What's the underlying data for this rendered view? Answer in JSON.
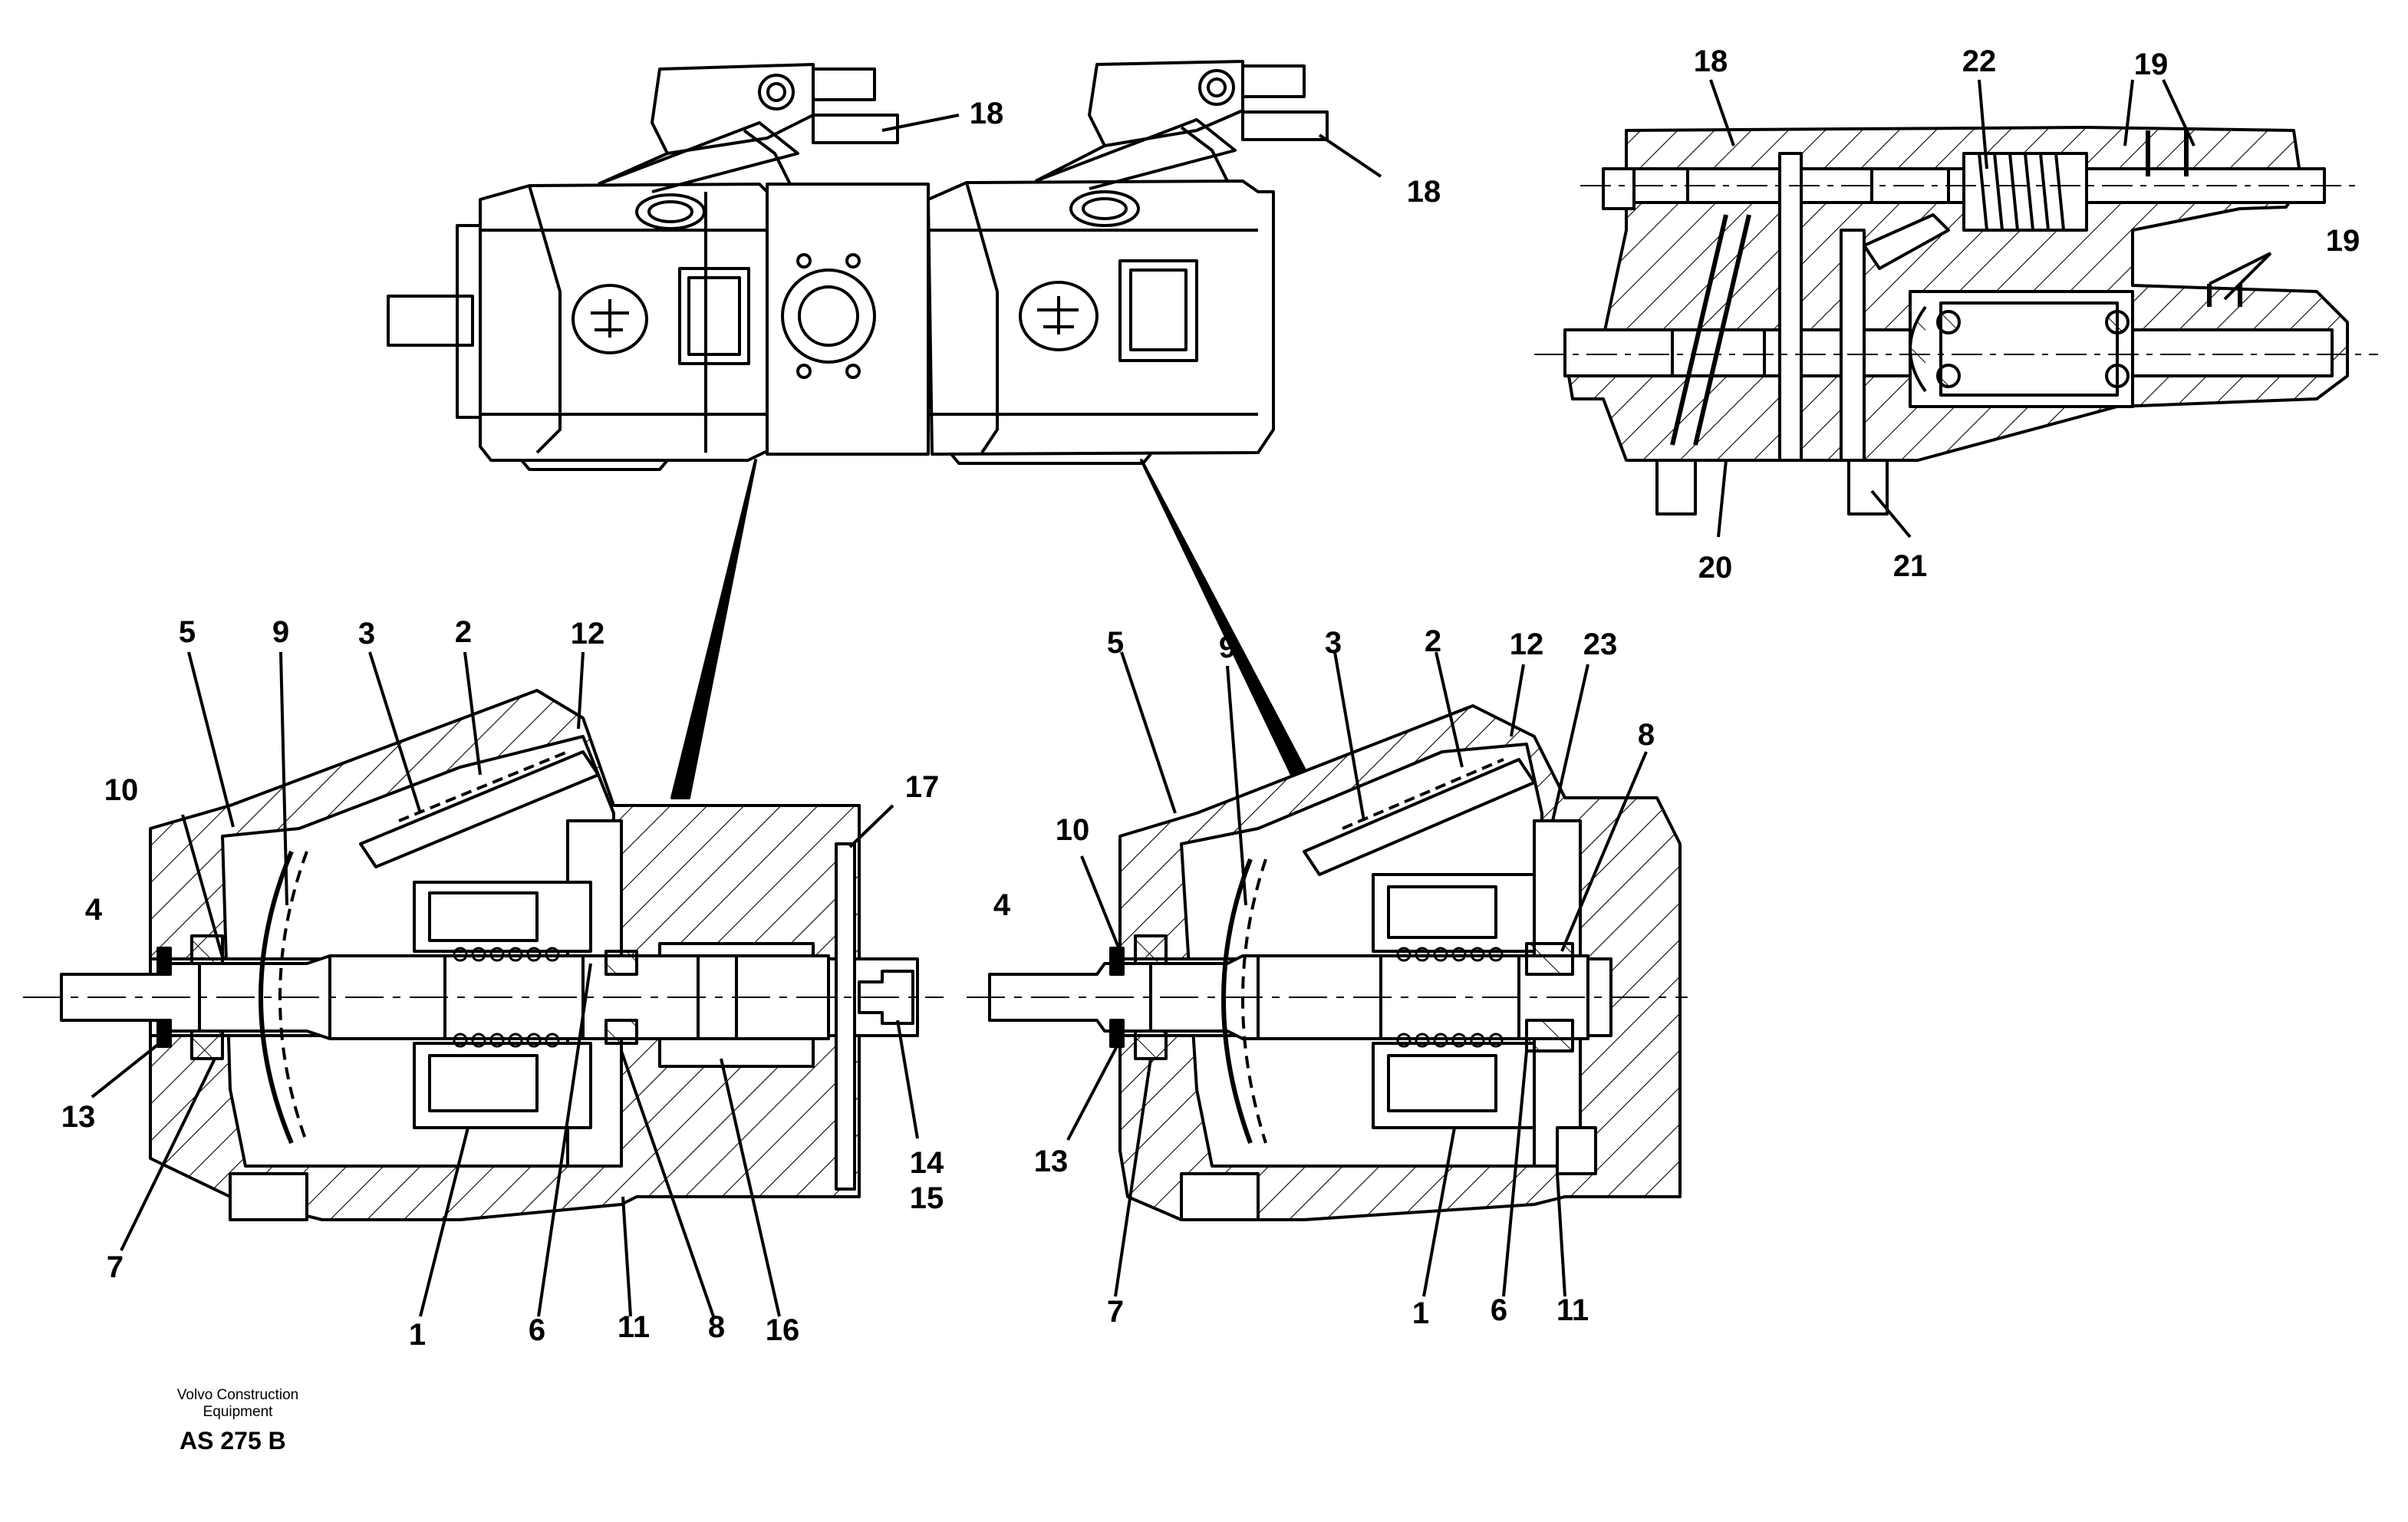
{
  "footer": {
    "company_line1": "Volvo Construction",
    "company_line2": "Equipment",
    "code": "AS 275 B"
  },
  "callouts": {
    "top_left_18": "18",
    "top_right_18": "18",
    "valve_18": "18",
    "valve_22": "22",
    "valve_19_top": "19",
    "valve_19_side": "19",
    "valve_20": "20",
    "valve_21": "21",
    "left_5": "5",
    "left_9": "9",
    "left_3": "3",
    "left_2": "2",
    "left_12": "12",
    "left_10": "10",
    "left_4": "4",
    "left_13": "13",
    "left_7": "7",
    "left_1": "1",
    "left_6": "6",
    "left_11": "11",
    "left_8": "8",
    "left_16": "16",
    "left_17": "17",
    "left_14": "14",
    "left_15": "15",
    "right_5": "5",
    "right_9": "9",
    "right_3": "3",
    "right_2": "2",
    "right_12": "12",
    "right_23": "23",
    "right_8": "8",
    "right_10": "10",
    "right_4": "4",
    "right_13": "13",
    "right_7": "7",
    "right_1": "1",
    "right_6": "6",
    "right_11": "11"
  },
  "colors": {
    "line": "#000000",
    "background": "#ffffff"
  }
}
